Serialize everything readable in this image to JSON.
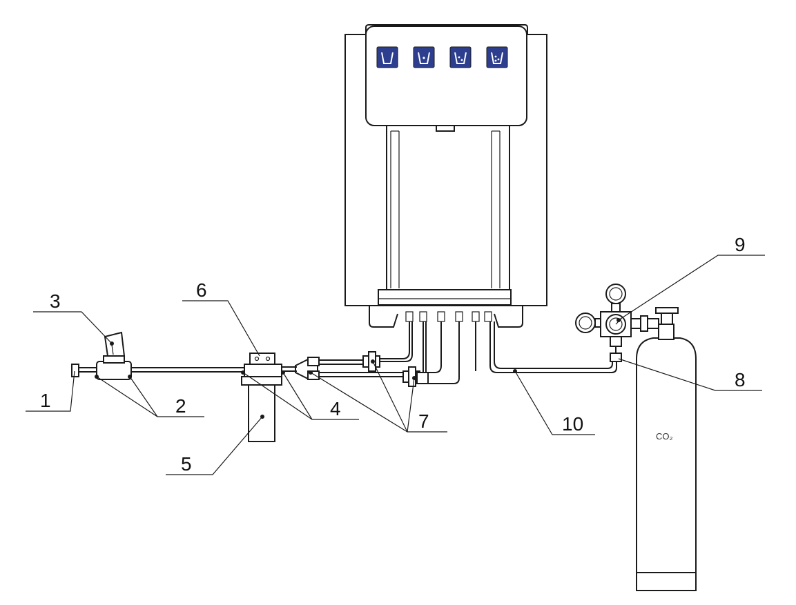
{
  "colors": {
    "line": "#1a1a1a",
    "button_fill": "#2d3e8f",
    "background": "#ffffff"
  },
  "dispenser": {
    "buttons": [
      {
        "icon": "still-water-cup-icon"
      },
      {
        "icon": "chilled-water-cup-icon"
      },
      {
        "icon": "sparkling-water-cup-icon"
      },
      {
        "icon": "extra-sparkling-water-cup-icon"
      }
    ]
  },
  "cylinder": {
    "label": "CO₂"
  },
  "callouts": [
    {
      "id": "1",
      "label": "1"
    },
    {
      "id": "2",
      "label": "2"
    },
    {
      "id": "3",
      "label": "3"
    },
    {
      "id": "4",
      "label": "4"
    },
    {
      "id": "5",
      "label": "5"
    },
    {
      "id": "6",
      "label": "6"
    },
    {
      "id": "7",
      "label": "7"
    },
    {
      "id": "8",
      "label": "8"
    },
    {
      "id": "9",
      "label": "9"
    },
    {
      "id": "10",
      "label": "10"
    }
  ]
}
